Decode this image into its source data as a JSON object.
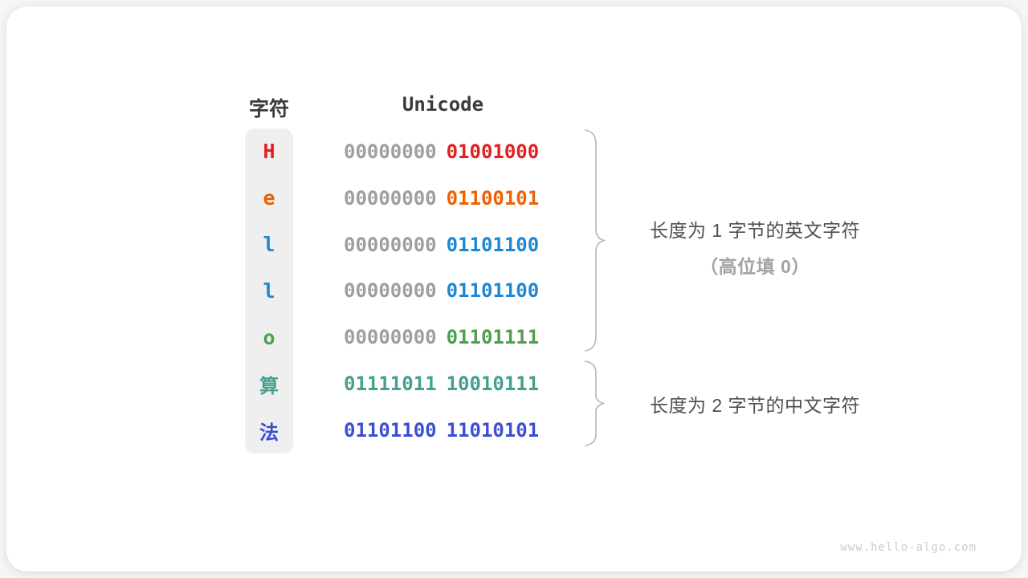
{
  "headers": {
    "char": "字符",
    "unicode": "Unicode"
  },
  "rows": [
    {
      "char": "H",
      "high_byte": "00000000",
      "low_byte": "01001000",
      "color": "#e22020",
      "high_color": "#9e9e9e",
      "cjk": false
    },
    {
      "char": "e",
      "high_byte": "00000000",
      "low_byte": "01100101",
      "color": "#ef6104",
      "high_color": "#9e9e9e",
      "cjk": false
    },
    {
      "char": "l",
      "high_byte": "00000000",
      "low_byte": "01101100",
      "color": "#1e87d5",
      "high_color": "#9e9e9e",
      "cjk": false
    },
    {
      "char": "l",
      "high_byte": "00000000",
      "low_byte": "01101100",
      "color": "#1e87d5",
      "high_color": "#9e9e9e",
      "cjk": false
    },
    {
      "char": "o",
      "high_byte": "00000000",
      "low_byte": "01101111",
      "color": "#4e9e50",
      "high_color": "#9e9e9e",
      "cjk": false
    },
    {
      "char": "算",
      "high_byte": "01111011",
      "low_byte": "10010111",
      "color": "#479e8e",
      "high_color": "#479e8e",
      "cjk": true
    },
    {
      "char": "法",
      "high_byte": "01101100",
      "low_byte": "11010101",
      "color": "#3b4ed4",
      "high_color": "#3b4ed4",
      "cjk": true
    }
  ],
  "annotations": {
    "group1_line1": "长度为 1 字节的英文字符",
    "group1_line2": "（高位填 0）",
    "group2_line1": "长度为 2 字节的中文字符"
  },
  "watermark": "www.hello-algo.com",
  "colors": {
    "char_column_bg": "#efefef",
    "header_text": "#3b3b3b",
    "annotation_text": "#4f4f4f",
    "annotation_muted": "#a3a3a3",
    "brace": "#b5b5b5",
    "watermark": "#cccccc"
  }
}
